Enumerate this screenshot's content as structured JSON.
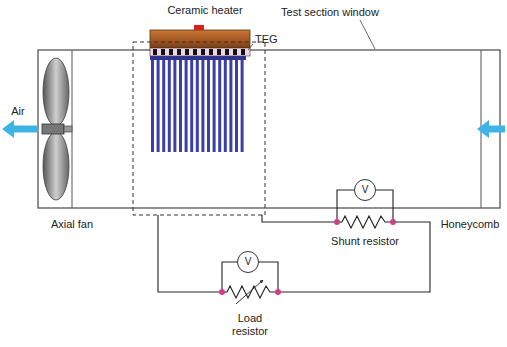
{
  "diagram": {
    "nodes": [
      {
        "text": [
          "V"
        ]
      },
      {
        "text": [
          "V"
        ]
      }
    ],
    "labels": [
      "Ceramic heater",
      "TEG",
      "Test section window",
      "Air",
      "Axial fan",
      "Honeycomb",
      "Shunt resistor",
      "Load resistor"
    ]
  }
}
